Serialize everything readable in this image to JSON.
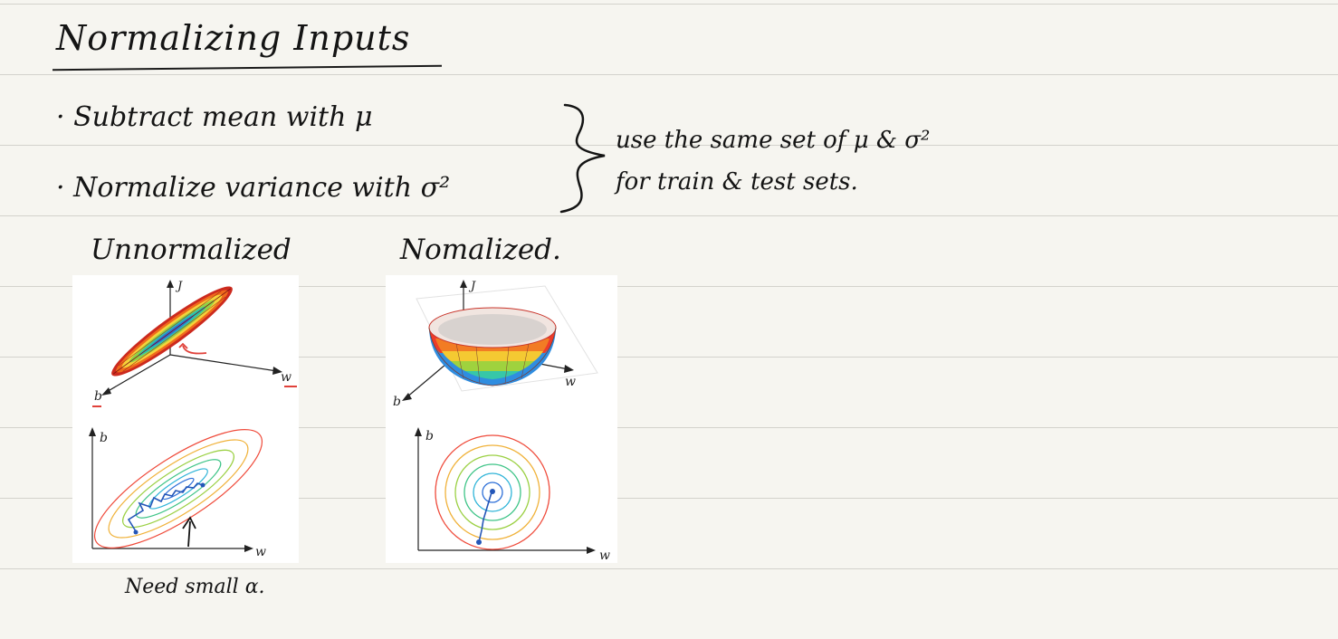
{
  "note": {
    "title": "Normalizing Inputs",
    "bullets": [
      "· Subtract mean with μ",
      "· Normalize variance with σ²"
    ],
    "side_note": [
      "use the same set of μ & σ²",
      "for train & test sets."
    ],
    "labels": {
      "unnormalized": "Unnormalized",
      "normalized": "Nomalized."
    },
    "annotation": "Need small α."
  },
  "figures": {
    "axis_j": "J",
    "axis_w": "w",
    "axis_b": "b"
  },
  "colors": {
    "paper": "#f6f5f0",
    "rule": "#d3d2cc",
    "ink": "#141414",
    "annotation_red": "#e0413a"
  }
}
